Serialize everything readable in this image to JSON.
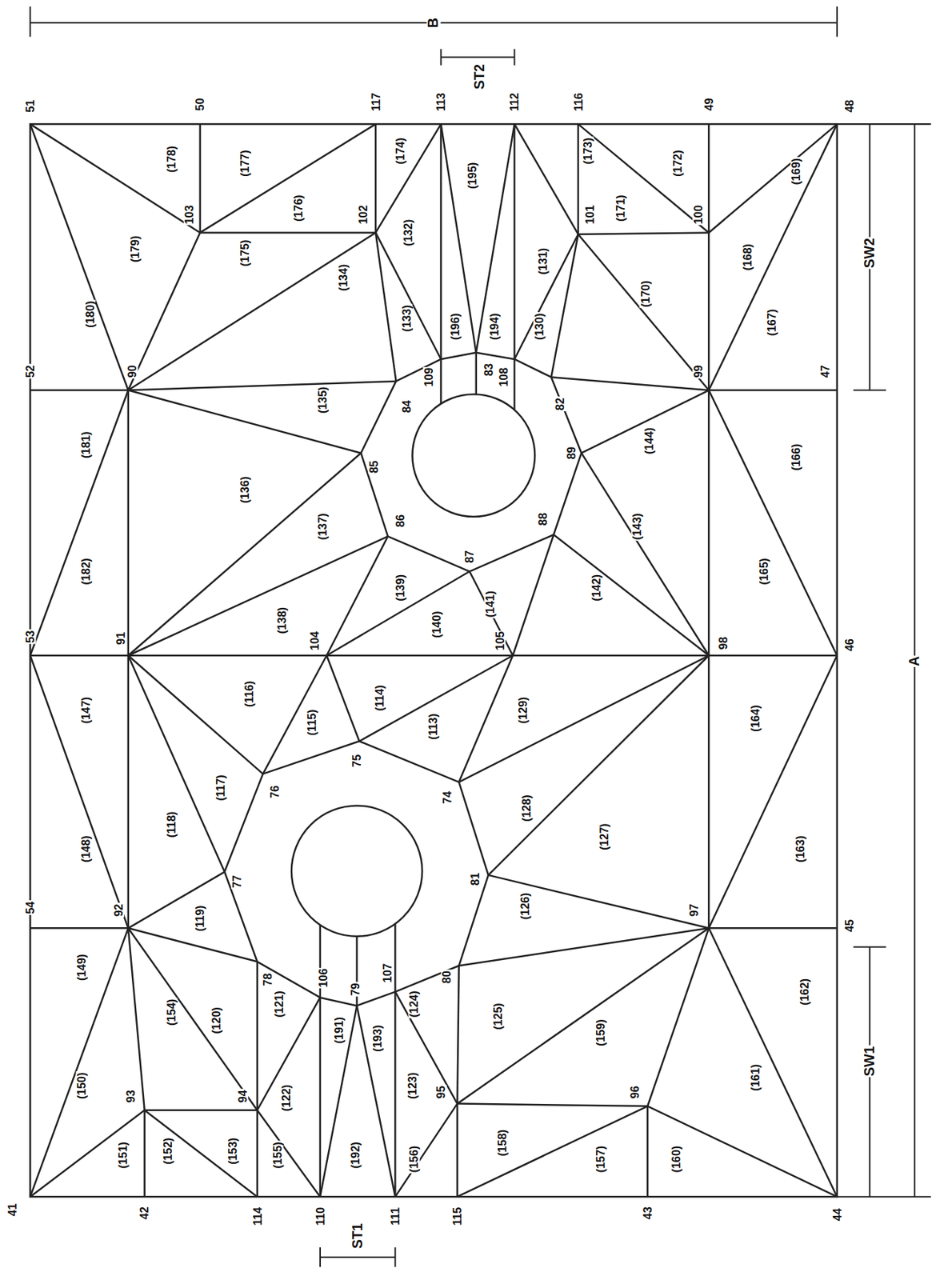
{
  "diagram": {
    "labels": [
      "41",
      "42",
      "114",
      "110",
      "111",
      "115",
      "43",
      "44",
      "45",
      "46",
      "47",
      "48",
      "49",
      "116",
      "112",
      "113",
      "117",
      "50",
      "51",
      "52",
      "53",
      "54",
      "90",
      "91",
      "92",
      "93",
      "94",
      "95",
      "96",
      "97",
      "98",
      "99",
      "100",
      "101",
      "102",
      "103",
      "84",
      "85",
      "86",
      "87",
      "88",
      "89",
      "82",
      "83",
      "109",
      "108",
      "104",
      "105",
      "75",
      "76",
      "74",
      "77",
      "81",
      "78",
      "80",
      "106",
      "79",
      "107",
      "(151)",
      "(152)",
      "(153)",
      "(155)",
      "(192)",
      "(156)",
      "(158)",
      "(157)",
      "(160)",
      "(161)",
      "(162)",
      "(159)",
      "(150)",
      "(154)",
      "(120)",
      "(122)",
      "(121)",
      "(191)",
      "(193)",
      "(123)",
      "(124)",
      "(125)",
      "(149)",
      "(119)",
      "(118)",
      "(148)",
      "(147)",
      "(117)",
      "(116)",
      "(115)",
      "(114)",
      "(113)",
      "(129)",
      "(128)",
      "(127)",
      "(126)",
      "(164)",
      "(163)",
      "(165)",
      "(166)",
      "(142)",
      "(143)",
      "(144)",
      "(141)",
      "(140)",
      "(139)",
      "(138)",
      "(137)",
      "(136)",
      "(182)",
      "(181)",
      "(180)",
      "(135)",
      "(134)",
      "(179)",
      "(178)",
      "(177)",
      "(176)",
      "(175)",
      "(174)",
      "(132)",
      "(133)",
      "(196)",
      "(195)",
      "(194)",
      "(130)",
      "(131)",
      "(173)",
      "(172)",
      "(171)",
      "(170)",
      "(169)",
      "(168)",
      "(167)",
      "B",
      "ST2",
      "SW2",
      "A",
      "SW1",
      "ST1"
    ]
  }
}
